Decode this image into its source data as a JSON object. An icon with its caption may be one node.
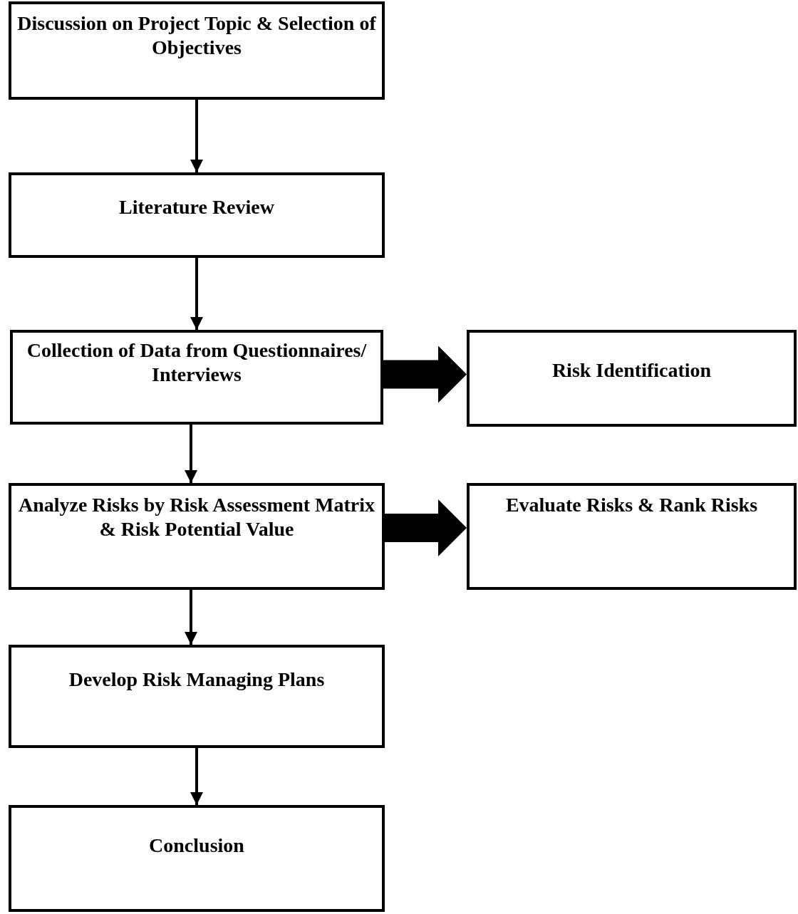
{
  "diagram": {
    "nodes": [
      {
        "text": [
          "Discussion on Project Topic & Selection of Objectives"
        ]
      },
      {
        "text": [
          "Literature Review"
        ]
      },
      {
        "text": [
          "Collection of Data from Questionnaires/ Interviews"
        ]
      },
      {
        "text": [
          "Risk Identification"
        ]
      },
      {
        "text": [
          "Analyze Risks by Risk Assessment Matrix & Risk Potential Value"
        ]
      },
      {
        "text": [
          "Evaluate Risks & Rank Risks"
        ]
      },
      {
        "text": [
          "Develop Risk Managing Plans"
        ]
      },
      {
        "text": [
          "Conclusion"
        ]
      }
    ],
    "edges": [
      {
        "from": 0,
        "to": 1,
        "arrow": "to"
      },
      {
        "from": 1,
        "to": 2,
        "arrow": "to"
      },
      {
        "from": 2,
        "to": 3,
        "arrow": "to",
        "style": "thick"
      },
      {
        "from": 2,
        "to": 4,
        "arrow": "to"
      },
      {
        "from": 4,
        "to": 5,
        "arrow": "to",
        "style": "thick"
      },
      {
        "from": 4,
        "to": 6,
        "arrow": "to"
      },
      {
        "from": 6,
        "to": 7,
        "arrow": "to"
      }
    ]
  }
}
